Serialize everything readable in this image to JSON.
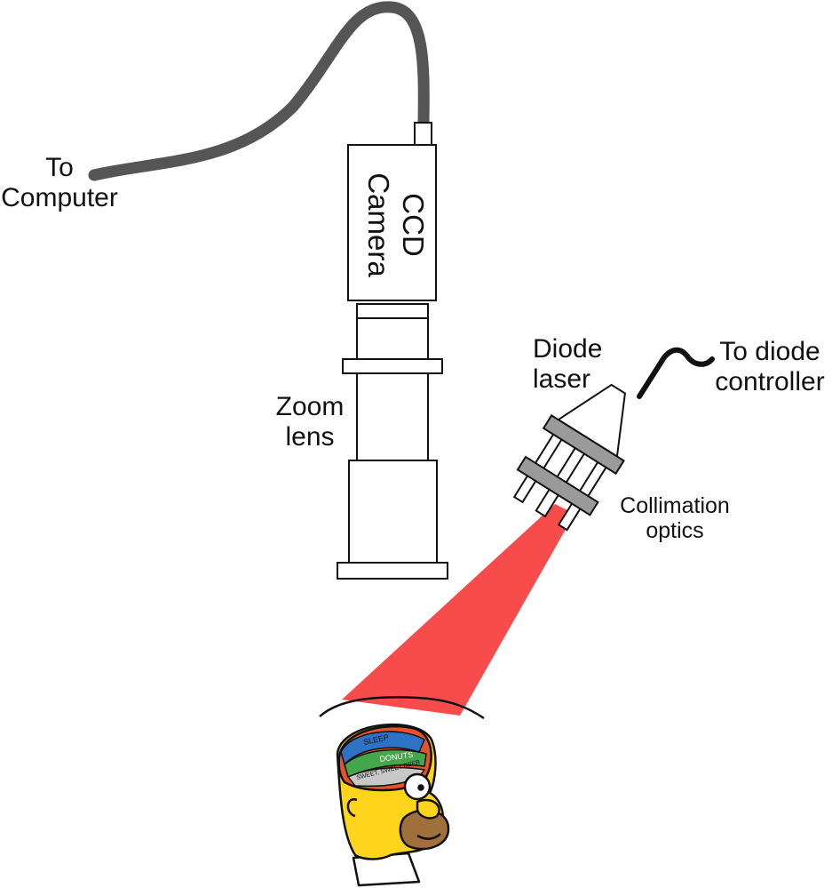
{
  "labels": {
    "to_computer": [
      "To",
      "Computer"
    ],
    "ccd_camera": [
      "CCD",
      "Camera"
    ],
    "zoom_lens": [
      "Zoom",
      "lens"
    ],
    "diode_laser": [
      "Diode",
      "laser"
    ],
    "to_diode_controller": [
      "To diode",
      "controller"
    ],
    "collimation_optics": [
      "Collimation",
      "optics"
    ]
  },
  "brain_labels": [
    "SLEEP",
    "DONUTS",
    "SWEET, SWEET BEER"
  ],
  "colors": {
    "outline": "#111111",
    "cable": "#555555",
    "beam": "#f84c4c",
    "collimator_band": "#9a9a9a",
    "skin": "#fed41d",
    "muzzle": "#a0703c"
  }
}
